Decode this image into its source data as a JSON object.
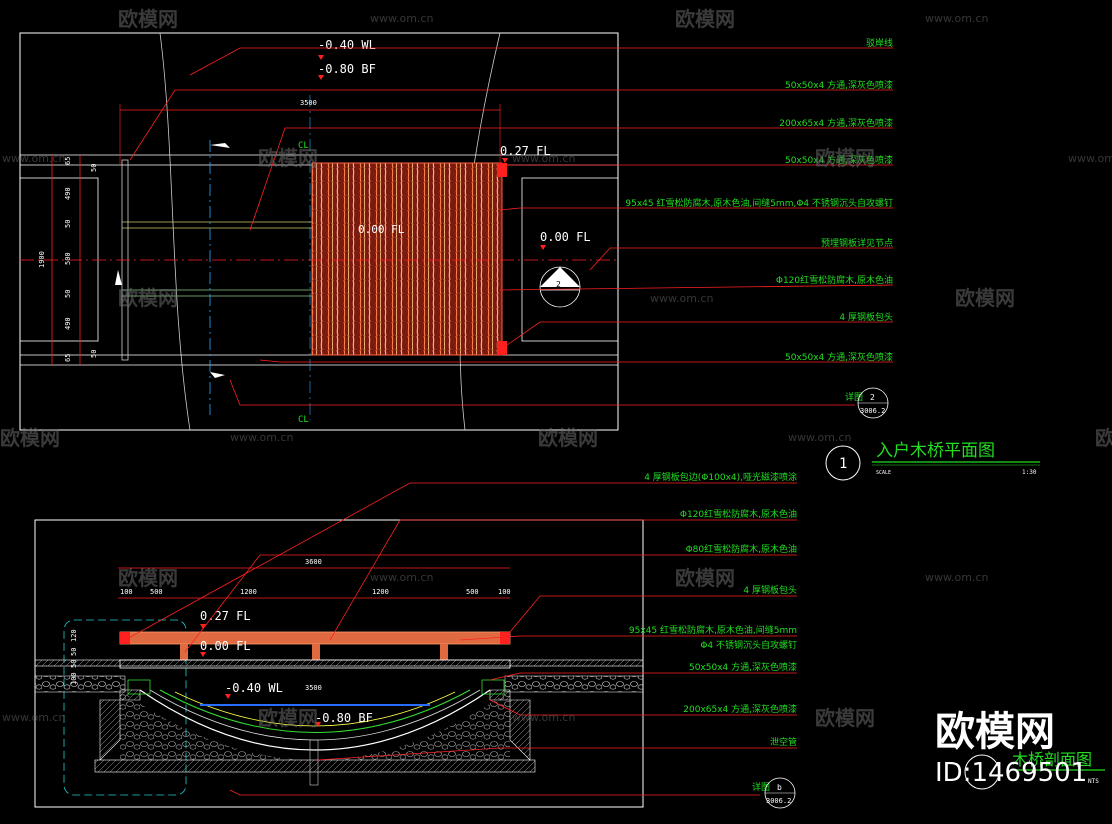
{
  "plan": {
    "elevations": [
      "-0.40 WL",
      "-0.80 BF",
      "0.27 FL",
      "0.00 FL",
      "0.00 FL"
    ],
    "cl": "CL",
    "dims_horizontal": [
      "3500"
    ],
    "dims_vertical": [
      "65",
      "490",
      "50",
      "500",
      "50",
      "490",
      "65"
    ],
    "dims_side": [
      "50",
      "50"
    ],
    "dims_total": "1900",
    "section_mark": "2",
    "labels": [
      "驳岸线",
      "50x50x4 方通,深灰色喷漆",
      "200x65x4 方通,深灰色喷漆",
      "50x50x4 方通,深灰色喷漆",
      "95x45 红雪松防腐木,原木色油,间缝5mm,Φ4 不锈钢沉头自攻螺钉",
      "预埋钢板详见节点",
      "Φ120红雪松防腐木,原木色油",
      "4 厚钢板包头",
      "50x50x4 方通,深灰色喷漆"
    ],
    "detail_ref": {
      "label": "详图",
      "num": "2",
      "sheet": "3006.2"
    },
    "title": "入户木桥平面图",
    "title_num": "1",
    "scale_label": "SCALE",
    "scale_value": "1:30"
  },
  "section": {
    "dims_top": "3600",
    "dims_row": [
      "100",
      "500",
      "1200",
      "1200",
      "500",
      "100"
    ],
    "dims_mid": "3500",
    "dims_left": [
      "120",
      "50",
      "50",
      "100"
    ],
    "elevations": [
      "0.27 FL",
      "0.00 FL",
      "-0.40 WL",
      "-0.80 BF"
    ],
    "labels": [
      "4 厚钢板包边(Φ100x4),哑光磁漆喷涂",
      "Φ120红雪松防腐木,原木色油",
      "Φ80红雪松防腐木,原木色油",
      "4 厚钢板包头",
      "95x45 红雪松防腐木,原木色油,间缝5mm",
      "Φ4 不锈钢沉头自攻螺钉",
      "50x50x4 方通,深灰色喷漆",
      "200x65x4 方通,深灰色喷漆",
      "泄空管"
    ],
    "detail_ref": {
      "label": "详图",
      "num": "b",
      "sheet": "3006.2"
    },
    "title": "木桥剖面图",
    "scale_value": "NTS"
  },
  "watermark": {
    "brand": "欧模网",
    "url": "www.om.cn",
    "id": "ID:1469501"
  },
  "colors": {
    "background": "#000000",
    "leader": "#ff2020",
    "label": "#22dd22",
    "wood": "#e06a40",
    "frame": "#ffffff"
  }
}
